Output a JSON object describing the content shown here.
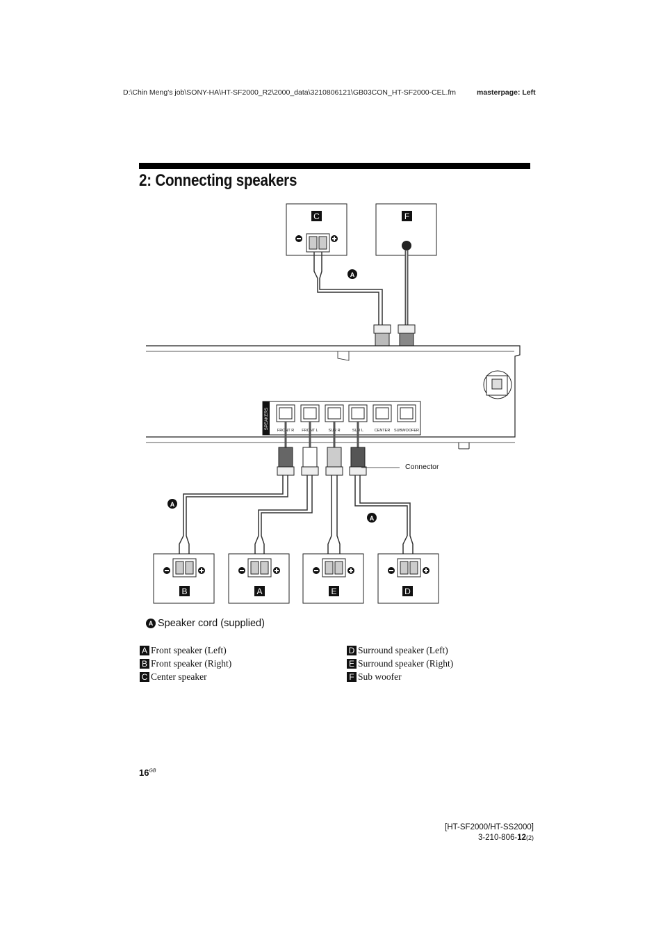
{
  "header": {
    "file_path": "D:\\Chin Meng's job\\SONY-HA\\HT-SF2000_R2\\2000_data\\3210806121\\GB03CON_HT-SF2000-CEL.fm",
    "masterpage": "masterpage: Left"
  },
  "title": "2: Connecting speakers",
  "diagram": {
    "panel_label": "SPEAKERS",
    "terminals": [
      "FRONT R",
      "FRONT L",
      "SUR R",
      "SUR L",
      "CENTER",
      "SUBWOOFER"
    ],
    "connector_callout": "Connector",
    "cord_marker": "A",
    "boxes": {
      "top_left": "C",
      "top_right": "F",
      "bottom": [
        "B",
        "A",
        "E",
        "D"
      ]
    }
  },
  "cord_note": {
    "marker": "A",
    "text": "Speaker cord (supplied)"
  },
  "legend": {
    "left": [
      {
        "letter": "A",
        "text": "Front speaker (Left)"
      },
      {
        "letter": "B",
        "text": "Front speaker (Right)"
      },
      {
        "letter": "C",
        "text": "Center speaker"
      }
    ],
    "right": [
      {
        "letter": "D",
        "text": "Surround speaker (Left)"
      },
      {
        "letter": "E",
        "text": "Surround speaker (Right)"
      },
      {
        "letter": "F",
        "text": "Sub woofer"
      }
    ]
  },
  "page_number": "16",
  "page_suffix": "GB",
  "footer": {
    "model": "[HT-SF2000/HT-SS2000]",
    "code_prefix": "3-210-806-",
    "code_bold": "12",
    "code_suffix": "(2)"
  }
}
